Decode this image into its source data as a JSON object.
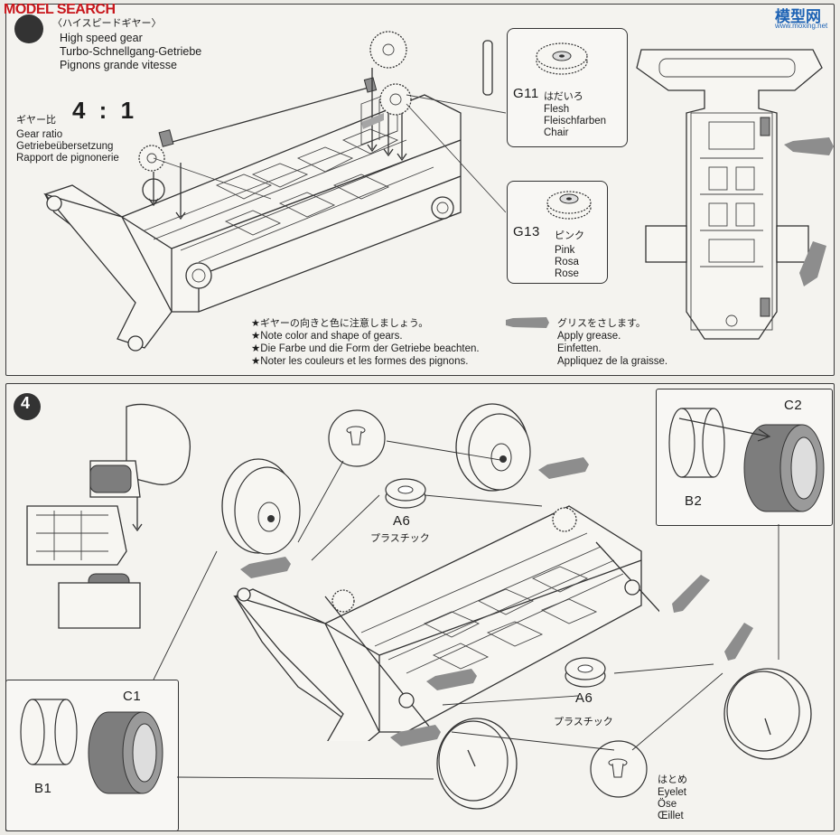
{
  "watermark": {
    "left_logo": "MODEL SEARCH",
    "right_logo": "模型网",
    "right_url": "www.moxing.net"
  },
  "step3": {
    "title_jp": "〈ハイスピードギヤー〉",
    "title_en": "High speed gear",
    "title_de": "Turbo-Schnellgang-Getriebe",
    "title_fr": "Pignons grande vitesse",
    "ratio_label_jp": "ギヤー比",
    "ratio_value": "4 : 1",
    "ratio_en": "Gear ratio",
    "ratio_de": "Getriebeübersetzung",
    "ratio_fr": "Rapport de pignonerie",
    "g11": {
      "code": "G11",
      "jp": "はだいろ",
      "en": "Flesh",
      "de": "Fleischfarben",
      "fr": "Chair"
    },
    "g13": {
      "code": "G13",
      "jp": "ピンク",
      "en": "Pink",
      "de": "Rosa",
      "fr": "Rose"
    },
    "notes": [
      "★ギヤーの向きと色に注意しましょう。",
      "★Note color and shape of gears.",
      "★Die Farbe und die Form der Getriebe beachten.",
      "★Noter les couleurs et les formes des pignons."
    ],
    "grease": {
      "jp": "グリスをさします。",
      "en": "Apply grease.",
      "de": "Einfetten.",
      "fr": "Appliquez de la graisse."
    }
  },
  "step4": {
    "number": "4",
    "a6_top": {
      "code": "A6",
      "jp": "プラスチック"
    },
    "a6_bottom": {
      "code": "A6",
      "jp": "プラスチック"
    },
    "c2": "C2",
    "b2": "B2",
    "c1": "C1",
    "b1": "B1",
    "eyelet": {
      "jp": "はとめ",
      "en": "Eyelet",
      "de": "Öse",
      "fr": "Œillet"
    }
  },
  "colors": {
    "background": "#ecebe6",
    "panel": "#f4f3ef",
    "line": "#333333",
    "watermark_red": "#c8171c",
    "watermark_blue": "#1e63b5",
    "grease_grey": "#8d8d8d"
  }
}
